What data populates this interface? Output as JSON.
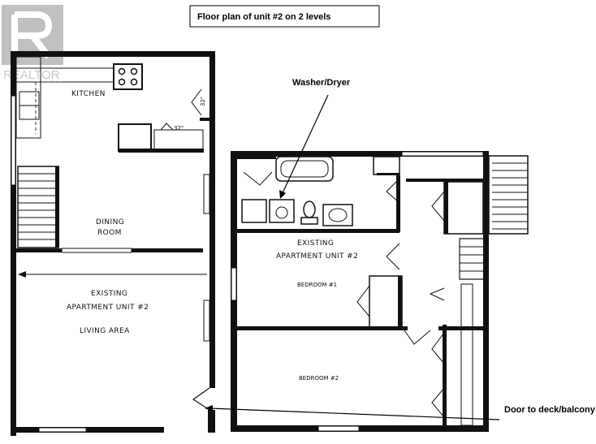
{
  "title": "Floor plan of unit #2 on 2 levels",
  "watermark": "REALTOR",
  "notes": {
    "washer_dryer": "Washer/Dryer",
    "door_deck": "Door to deck/balcony"
  },
  "rooms": {
    "kitchen": "KITCHEN",
    "dining_line1": "DINING",
    "dining_line2": "ROOM",
    "existing_line1": "EXISTING",
    "existing_left_line2": "APARTMENT UNIT #2",
    "living": "LIVING AREA",
    "existing_right_line2": "APARTMENT UNIT #2",
    "bedroom1": "BEDROOM #1",
    "bedroom2": "BEDROOM #2"
  },
  "dims": {
    "door_a": "32\"",
    "door_b": "32\""
  }
}
